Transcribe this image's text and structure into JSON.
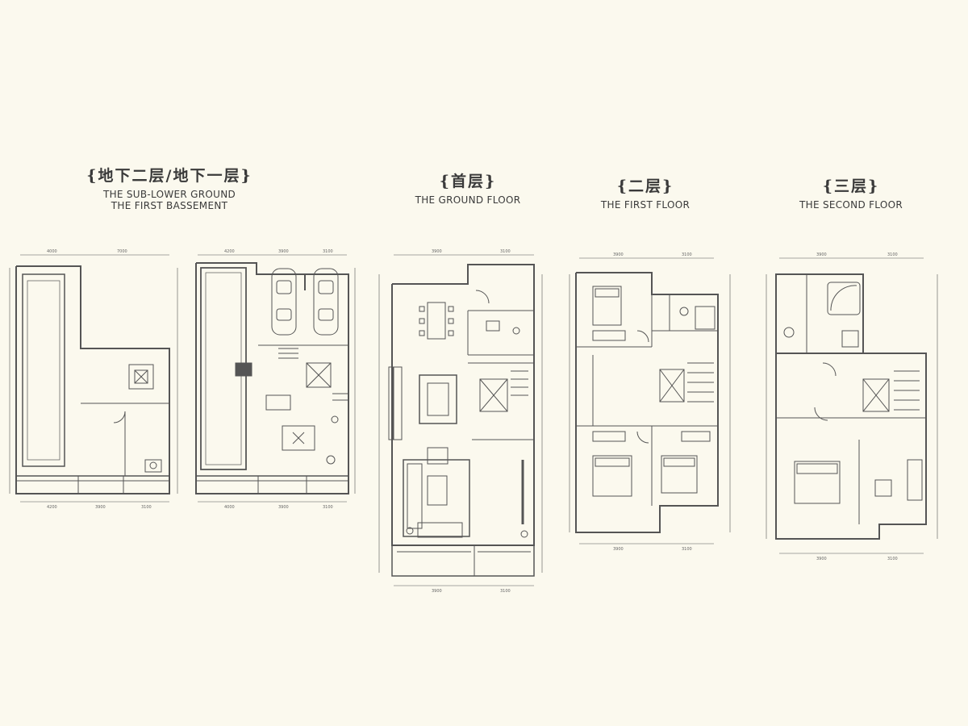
{
  "sections": [
    {
      "cn": "{地下二层/地下一层}",
      "en": [
        "THE SUB-LOWER GROUND",
        "THE FIRST BASSEMENT"
      ]
    },
    {
      "cn": "{首层}",
      "en": [
        "THE GROUND FLOOR"
      ]
    },
    {
      "cn": "{二层}",
      "en": [
        "THE FIRST FLOOR"
      ]
    },
    {
      "cn": "{三层}",
      "en": [
        "THE SECOND FLOOR"
      ]
    }
  ],
  "dimensions": {
    "b2_top": [
      "4000",
      "7000"
    ],
    "b2_bottom": [
      "4200",
      "3900",
      "3100"
    ],
    "b1_top": [
      "4200",
      "3900",
      "3100"
    ],
    "b1_bottom": [
      "4000",
      "3900",
      "3100"
    ],
    "gf_top": [
      "3900",
      "3100"
    ],
    "gf_bottom": [
      "3900",
      "3100"
    ],
    "ff_top": [
      "3900",
      "3100"
    ],
    "ff_bottom": [
      "3900",
      "3100"
    ],
    "sf_top": [
      "3900",
      "3100"
    ],
    "sf_bottom": [
      "3900",
      "3100"
    ]
  },
  "colors": {
    "background": "#fbf9ee",
    "line": "#555555",
    "title": "#3a3a3a"
  }
}
